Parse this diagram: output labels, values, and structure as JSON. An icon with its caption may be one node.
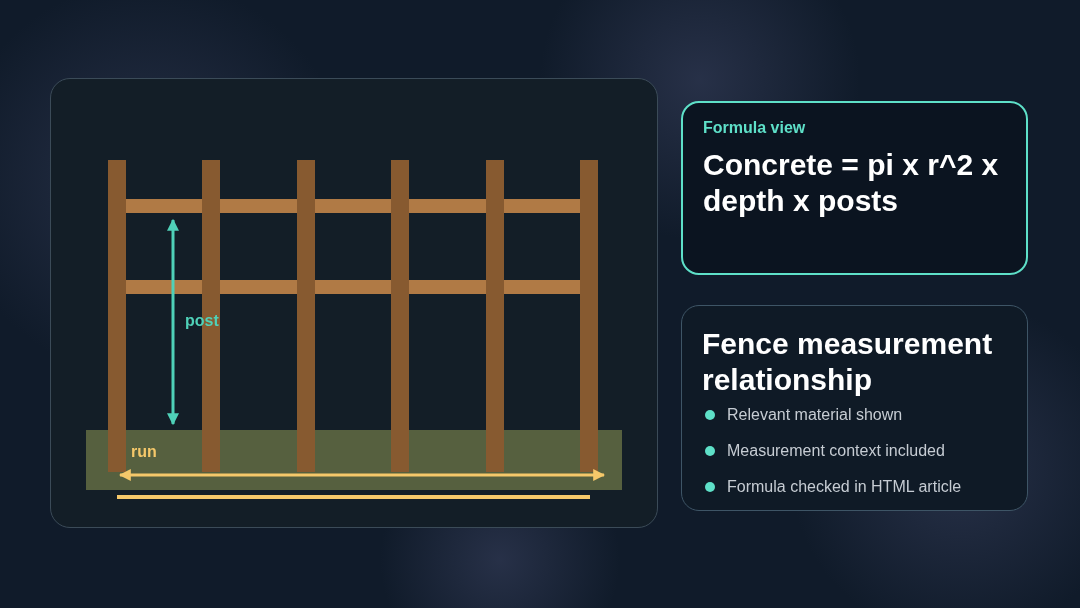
{
  "diagram": {
    "nodes": [
      {
        "text": [
          "Formula view",
          "Concrete = pi x r^2 x depth x posts"
        ]
      },
      {
        "text": [
          "Fence measurement relationship",
          "Relevant material shown",
          "Measurement context included",
          "Formula checked in HTML article"
        ]
      }
    ],
    "labels": [
      "post",
      "run"
    ]
  }
}
